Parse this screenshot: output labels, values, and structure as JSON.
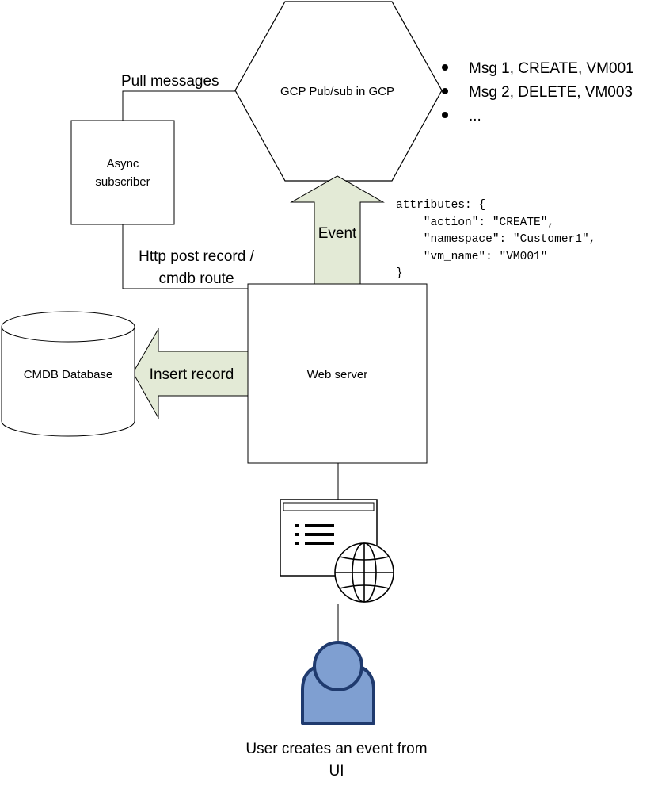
{
  "nodes": {
    "pubsub": "GCP Pub/sub in GCP",
    "subscriber_line1": "Async",
    "subscriber_line2": "subscriber",
    "webserver": "Web server",
    "database": "CMDB Database"
  },
  "messages": [
    "Msg 1, CREATE, VM001",
    "Msg 2, DELETE, VM003",
    "..."
  ],
  "edges": {
    "pull": "Pull messages",
    "http_line1": "Http post record /",
    "http_line2": "cmdb route",
    "event": "Event",
    "insert": "Insert record"
  },
  "attributes_code": [
    "attributes: {",
    "    \"action\": \"CREATE\",",
    "    \"namespace\": \"Customer1\",",
    "    \"vm_name\": \"VM001\"",
    "}"
  ],
  "user_caption_line1": "User creates an event from",
  "user_caption_line2": "UI",
  "icons": {
    "browser": "browser-window-icon",
    "globe": "globe-icon",
    "user": "user-icon"
  },
  "colors": {
    "arrow_fill": "#e3ead6",
    "user_fill": "#7f9fd1",
    "user_stroke": "#1f3a6e"
  }
}
